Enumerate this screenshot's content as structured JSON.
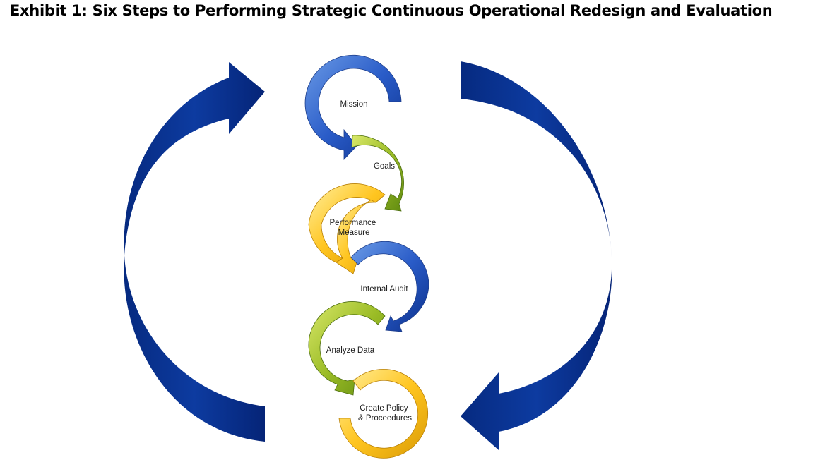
{
  "title": "Exhibit 1: Six Steps to Performing Strategic Continuous Operational Redesign and Evaluation",
  "steps": [
    {
      "lines": [
        "Mission"
      ],
      "color": "blue"
    },
    {
      "lines": [
        "Goals"
      ],
      "color": "green"
    },
    {
      "lines": [
        "Performance",
        "Measure"
      ],
      "color": "yellow"
    },
    {
      "lines": [
        "Internal Audit"
      ],
      "color": "blue"
    },
    {
      "lines": [
        "Analyze Data"
      ],
      "color": "green"
    },
    {
      "lines": [
        "Create Policy",
        "& Proceedures"
      ],
      "color": "yellow"
    }
  ],
  "colors": {
    "cycle_arrow": "#0a3594",
    "cycle_arrow_dark": "#052477",
    "step_blue_light": "#5b8fe0",
    "step_blue_dark": "#0b2f8a",
    "step_green_light": "#cde05a",
    "step_green_dark": "#5f8a10",
    "step_yellow_light": "#ffe88a",
    "step_yellow_dark": "#d99a05"
  }
}
